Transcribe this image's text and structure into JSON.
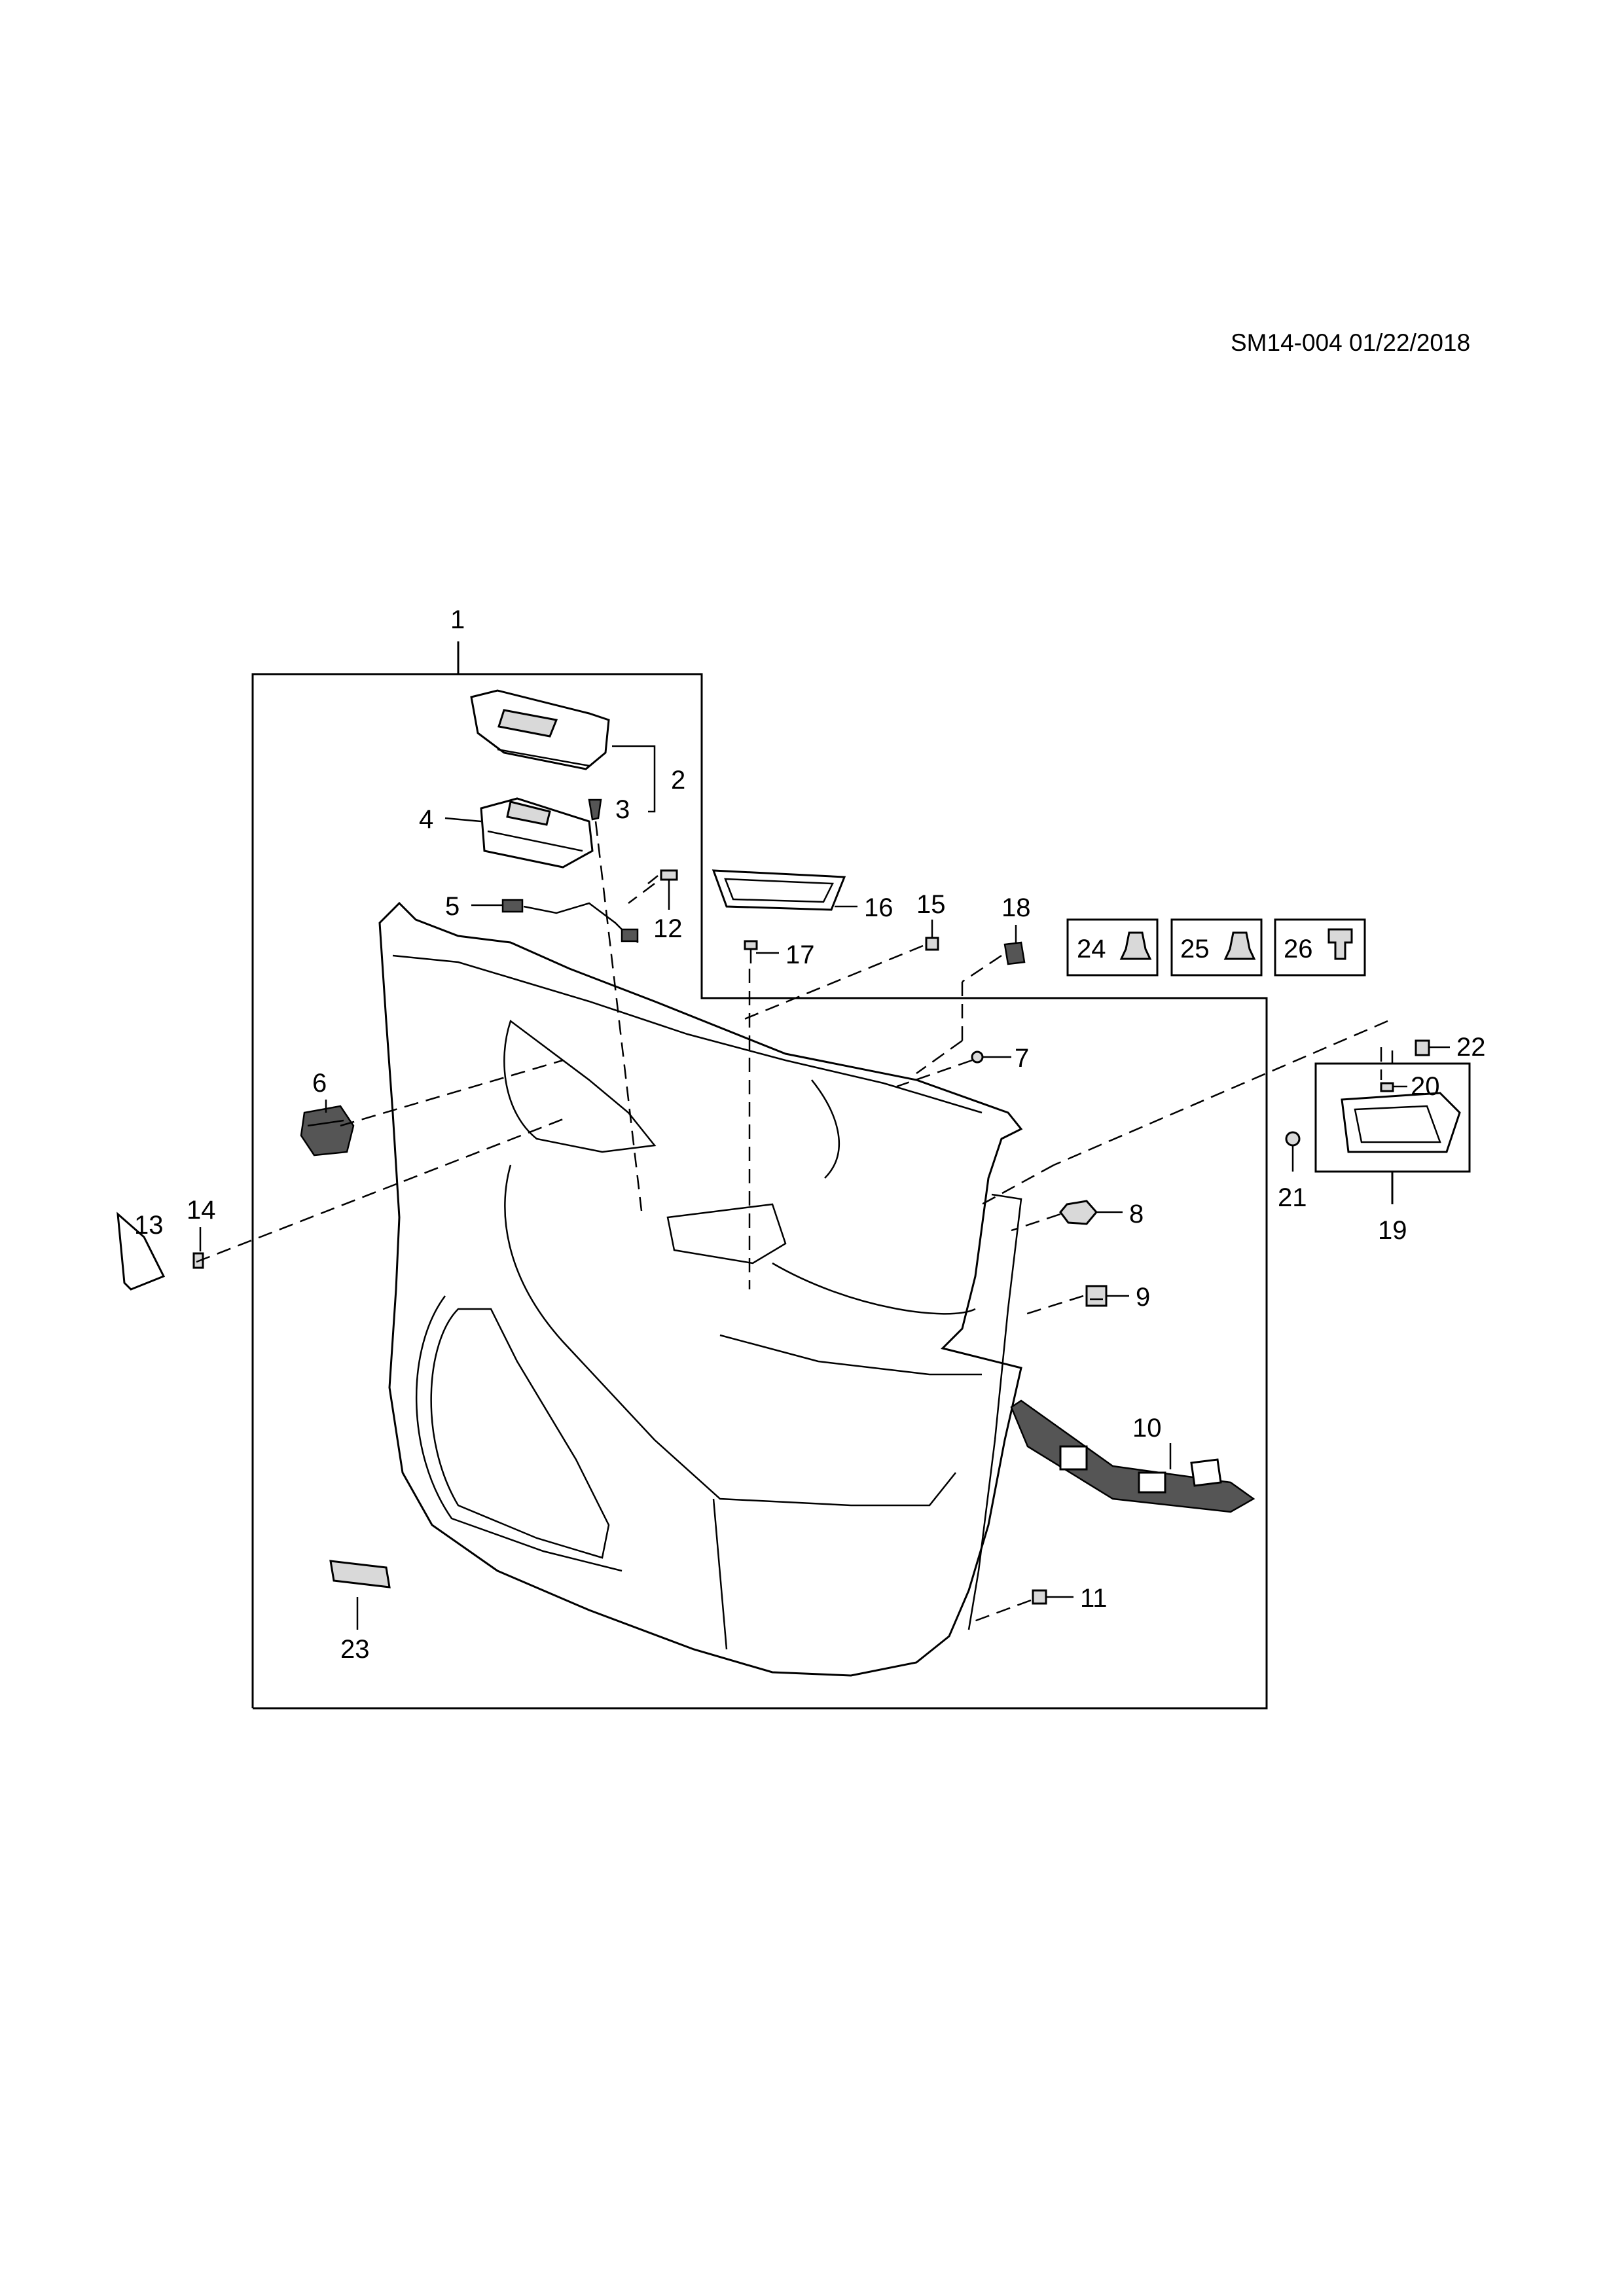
{
  "document_ref": "SM14-004 01/22/2018",
  "callouts": {
    "c1": "1",
    "c2": "2",
    "c3": "3",
    "c4": "4",
    "c5": "5",
    "c6": "6",
    "c7": "7",
    "c8": "8",
    "c9": "9",
    "c10": "10",
    "c11": "11",
    "c12": "12",
    "c13": "13",
    "c14": "14",
    "c15": "15",
    "c16": "16",
    "c17": "17",
    "c18": "18",
    "c19": "19",
    "c20": "20",
    "c21": "21",
    "c22": "22",
    "c23": "23",
    "c24": "24",
    "c25": "25",
    "c26": "26"
  }
}
